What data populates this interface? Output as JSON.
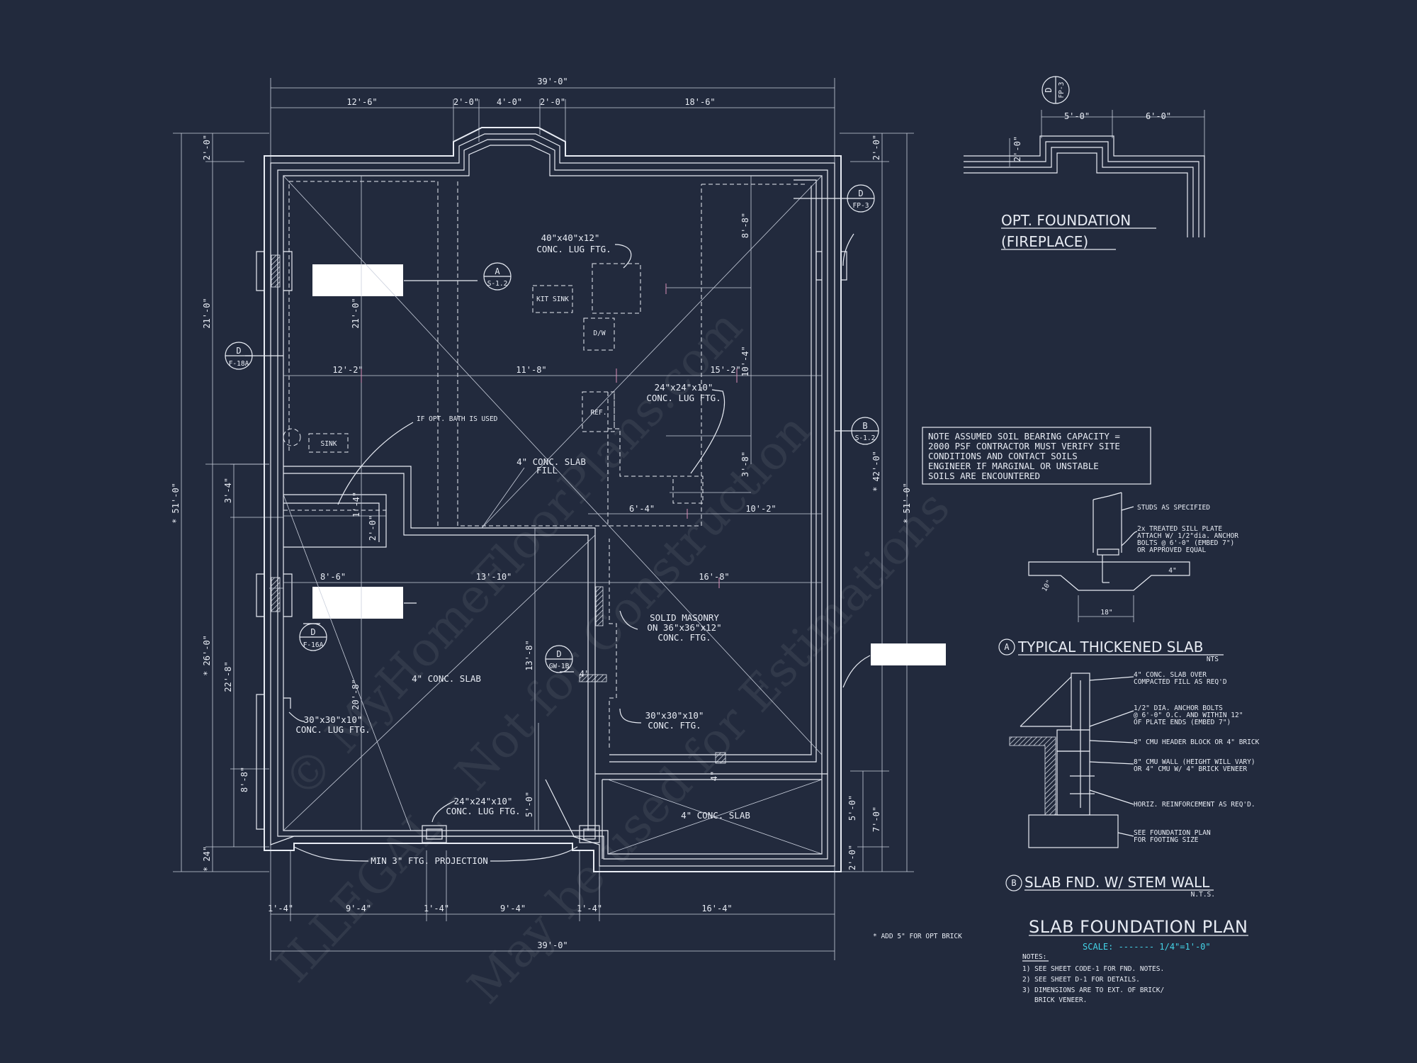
{
  "watermarks": {
    "line1": "© MyHomeFloorPlans.com",
    "line2": "ILLEGAL - Not for Construction",
    "line3": "May be used for Estimations"
  },
  "dims_top": {
    "overall": "39'-0\"",
    "d1": "12'-6\"",
    "d2": "2'-0\"",
    "d3": "4'-0\"",
    "d4": "2'-0\"",
    "d5": "18'-6\""
  },
  "dims_bottom": {
    "overall": "39'-0\"",
    "d1": "1'-4\"",
    "d2": "9'-4\"",
    "d3": "1'-4\"",
    "d4": "9'-4\"",
    "d5": "1'-4\"",
    "d6": "16'-4\""
  },
  "dims_left": {
    "overall": "* 51'-0\"",
    "a": "2'-0\"",
    "b": "21'-0\"",
    "c": "* 26'-0\"",
    "d": "* 24\"",
    "e": "3'-4\"",
    "f": "22'-8\"",
    "g": "8'-8\""
  },
  "dims_right": {
    "overall": "* 51'-0\"",
    "a": "2'-0\"",
    "b": "* 42'-0\"",
    "c": "5'-0\"",
    "d": "7'-0\"",
    "e": "2'-0\""
  },
  "dims_interior": {
    "d21": "21'-0\"",
    "d122": "12'-2\"",
    "d118": "11'-8\"",
    "d152": "15'-2\"",
    "d104": "10'-4\"",
    "d88": "8'-8\"",
    "d38": "3'-8\"",
    "d64": "6'-4\"",
    "d102": "10'-2\"",
    "d20": "2'-0\"",
    "d14": "1'-4\"",
    "d86": "8'-6\"",
    "d1310": "13'-10\"",
    "d168": "16'-8\"",
    "d208": "20'-8\"",
    "d138": "13'-8\"",
    "d50": "5'-0\"",
    "d4a": "4\"",
    "d4b": "4\""
  },
  "labels": {
    "lug40": "40\"x40\"x12\"",
    "lug40b": "CONC. LUG FTG.",
    "kit_sink": "KIT SINK",
    "dw": "D/W",
    "ref": "REF.",
    "lug24": "24\"x24\"x10\"",
    "lug24b": "CONC. LUG FTG.",
    "opt_bath": "IF OPT. BATH IS USED",
    "sink": "SINK",
    "slab_fill": "4\" CONC. SLAB",
    "slab_fill2": "FILL",
    "solid_masonry": "SOLID MASONRY",
    "solid_masonry2": "ON 36\"x36\"x12\"",
    "solid_masonry3": "CONC. FTG.",
    "slab_left": "4\" CONC. SLAB",
    "lug30": "30\"x30\"x10\"",
    "lug30b": "CONC. LUG FTG.",
    "ftg30": "30\"x30\"x10\"",
    "ftg30b": "CONC. FTG.",
    "lug24c": "24\"x24\"x10\"",
    "lug24d": "CONC. LUG FTG.",
    "slab_right": "4\" CONC. SLAB",
    "min_proj": "MIN 3\" FTG. PROJECTION",
    "add_brick": "* ADD 5\" FOR OPT BRICK"
  },
  "tags": {
    "a_s12": {
      "letter": "A",
      "sheet": "S-1.2"
    },
    "d_fp3": {
      "letter": "D",
      "sheet": "FP-3"
    },
    "d_f18a": {
      "letter": "D",
      "sheet": "F-18A"
    },
    "b_s12": {
      "letter": "B",
      "sheet": "S-1.2"
    },
    "d_f16a": {
      "letter": "D",
      "sheet": "F-16A"
    },
    "d_gw1b": {
      "letter": "D",
      "sheet": "GW-1B"
    },
    "d_fp3_top": {
      "letter": "D",
      "sheet": "FP-3"
    }
  },
  "fireplace": {
    "title1": "OPT. FOUNDATION",
    "title2": "(FIREPLACE)",
    "dim1": "5'-0\"",
    "dim2": "6'-0\"",
    "dim3": "2'-0\""
  },
  "soil_note": {
    "l1": "NOTE ASSUMED SOIL BEARING CAPACITY =",
    "l2": "2000 PSF CONTRACTOR MUST VERIFY SITE",
    "l3": "CONDITIONS AND CONTACT SOILS",
    "l4": "ENGINEER IF MARGINAL OR UNSTABLE",
    "l5": "SOILS ARE ENCOUNTERED"
  },
  "detail_a": {
    "studs": "STUDS AS SPECIFIED",
    "sill1": "2x TREATED SILL PLATE",
    "sill2": "ATTACH W/ 1/2\"dia. ANCHOR",
    "sill3": "BOLTS @ 6'-0\" (EMBED 7\")",
    "sill4": "OR APPROVED EQUAL",
    "dim18": "18\"",
    "dim10": "10\"",
    "dim4": "4\"",
    "letter": "A",
    "title": "TYPICAL THICKENED SLAB",
    "nts": "NTS"
  },
  "detail_b": {
    "n1a": "4\" CONC. SLAB OVER",
    "n1b": "COMPACTED FILL AS REQ'D",
    "n2a": "1/2\" DIA. ANCHOR BOLTS",
    "n2b": "@ 6'-0\" O.C. AND WITHIN 12\"",
    "n2c": "OF PLATE ENDS (EMBED 7\")",
    "n3": "8\" CMU HEADER BLOCK OR 4\" BRICK",
    "n4a": "8\" CMU WALL (HEIGHT WILL VARY)",
    "n4b": "OR 4\" CMU W/ 4\" BRICK VENEER",
    "n5": "HORIZ. REINFORCEMENT AS REQ'D.",
    "n6a": "SEE FOUNDATION PLAN",
    "n6b": "FOR FOOTING SIZE",
    "letter": "B",
    "title": "SLAB FND. W/ STEM WALL",
    "nts": "N.T.S."
  },
  "plan_title": {
    "title": "SLAB FOUNDATION PLAN",
    "scale": "SCALE: ------- 1/4\"=1'-0\"",
    "notes_h": "NOTES:",
    "n1": "1) SEE SHEET CODE-1 FOR FND. NOTES.",
    "n2": "2) SEE SHEET D-1 FOR DETAILS.",
    "n3": "3) DIMENSIONS ARE TO EXT. OF BRICK/",
    "n3b": "BRICK VENEER."
  }
}
